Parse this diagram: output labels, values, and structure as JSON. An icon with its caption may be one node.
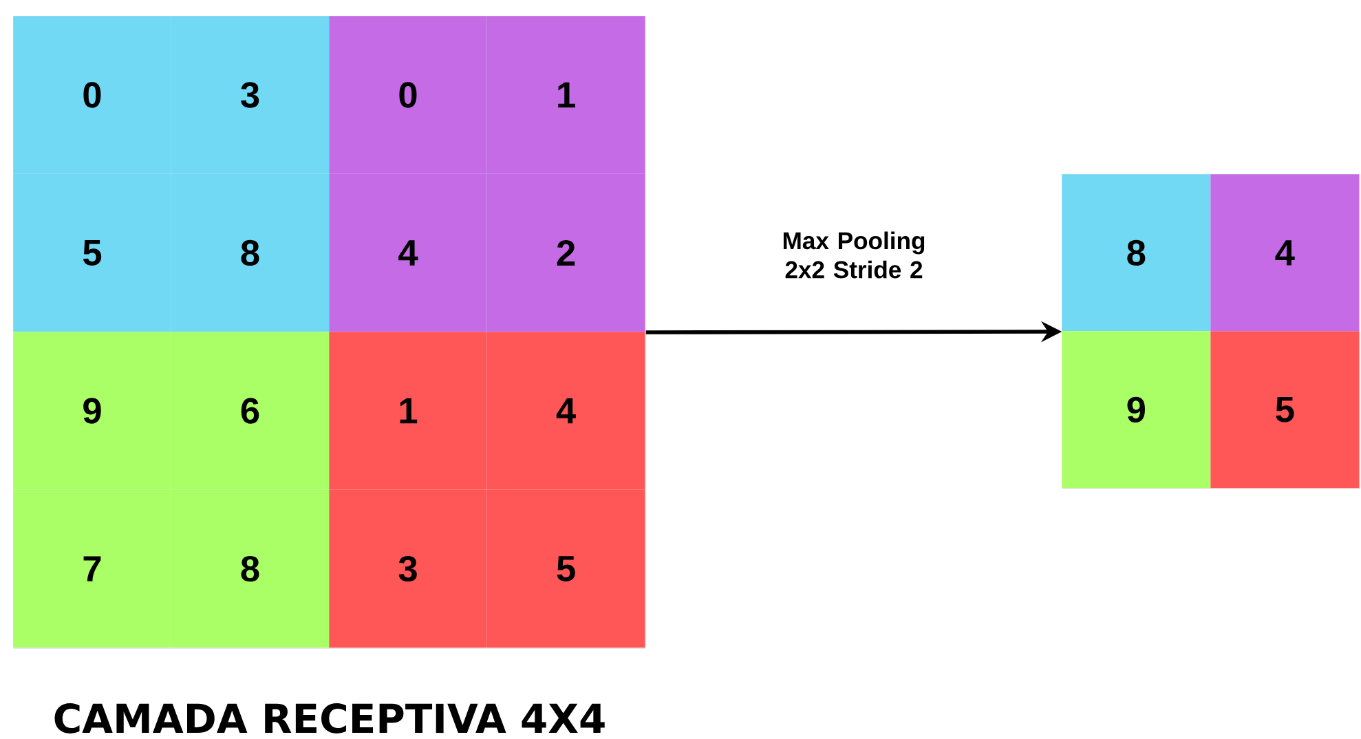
{
  "diagram": {
    "nodes": [
      {
        "text": [],
        "shape": "box",
        "beside": [
          "CAMADA RECEPTIVA 4X4"
        ]
      },
      {
        "text": [
          "0"
        ],
        "in": 0
      },
      {
        "text": [
          "3"
        ],
        "in": 0
      },
      {
        "text": [
          "0"
        ],
        "in": 0
      },
      {
        "text": [
          "1"
        ],
        "in": 0
      },
      {
        "text": [
          "5"
        ],
        "in": 0
      },
      {
        "text": [
          "8"
        ],
        "in": 0
      },
      {
        "text": [
          "4"
        ],
        "in": 0
      },
      {
        "text": [
          "2"
        ],
        "in": 0
      },
      {
        "text": [
          "9"
        ],
        "in": 0
      },
      {
        "text": [
          "6"
        ],
        "in": 0
      },
      {
        "text": [
          "1"
        ],
        "in": 0
      },
      {
        "text": [
          "4"
        ],
        "in": 0
      },
      {
        "text": [
          "7"
        ],
        "in": 0
      },
      {
        "text": [
          "8"
        ],
        "in": 0
      },
      {
        "text": [
          "3"
        ],
        "in": 0
      },
      {
        "text": [
          "5"
        ],
        "in": 0
      },
      {
        "text": [],
        "shape": "box"
      },
      {
        "text": [
          "8"
        ],
        "in": 17
      },
      {
        "text": [
          "4"
        ],
        "in": 17
      },
      {
        "text": [
          "9"
        ],
        "in": 17
      },
      {
        "text": [
          "5"
        ],
        "in": 17
      }
    ],
    "edges": [
      {
        "from": 0,
        "to": 17,
        "arrow": "to",
        "label": "Max Pooling 2x2 Stride 2"
      }
    ]
  }
}
